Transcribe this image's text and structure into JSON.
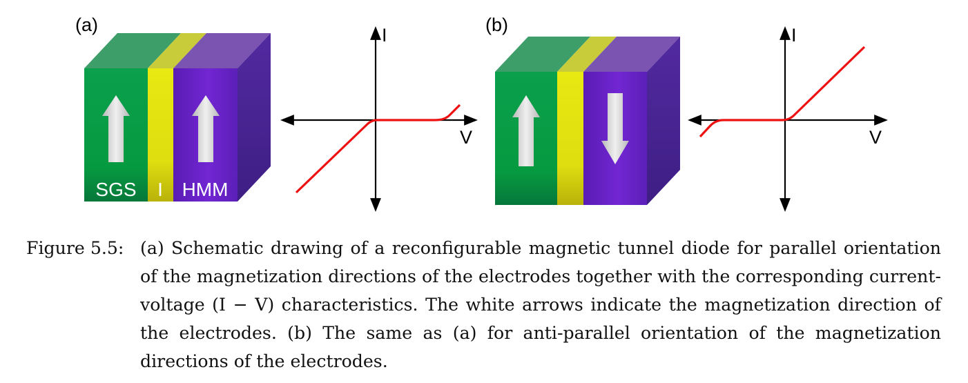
{
  "panels": [
    {
      "label": "(a)",
      "layer_labels": [
        "SGS",
        "I",
        "HMM"
      ],
      "magnetization": [
        "up",
        "up"
      ],
      "axis_labels": {
        "y": "I",
        "x": "V"
      },
      "curve": "red line: linear current for V<0, flat near zero, small rise at large positive V"
    },
    {
      "label": "(b)",
      "layer_labels": [],
      "magnetization": [
        "up",
        "down"
      ],
      "axis_labels": {
        "y": "I",
        "x": "V"
      },
      "curve": "red line: flat near zero, small rise at large negative V, linear current for V>0"
    }
  ],
  "colors": {
    "sgs_front": "#0aa048",
    "sgs_top": "#3d9e6a",
    "insulator_front": "#dede10",
    "insulator_top": "#c9cc3a",
    "hmm_front": "#6a22c8",
    "hmm_top": "#7a54b0",
    "side": "#4e2898",
    "curve": "#ee1111",
    "arrow": "#d6d6d6"
  },
  "caption": {
    "label": "Figure 5.5:",
    "text": "(a) Schematic drawing of a reconfigurable magnetic tunnel diode for parallel orientation of the magnetization directions of the electrodes together with the corresponding current-voltage (I − V) characteristics. The white arrows indicate the magnetization direction of the electrodes. (b) The same as (a) for anti-parallel orientation of the magnetization directions of the electrodes."
  }
}
